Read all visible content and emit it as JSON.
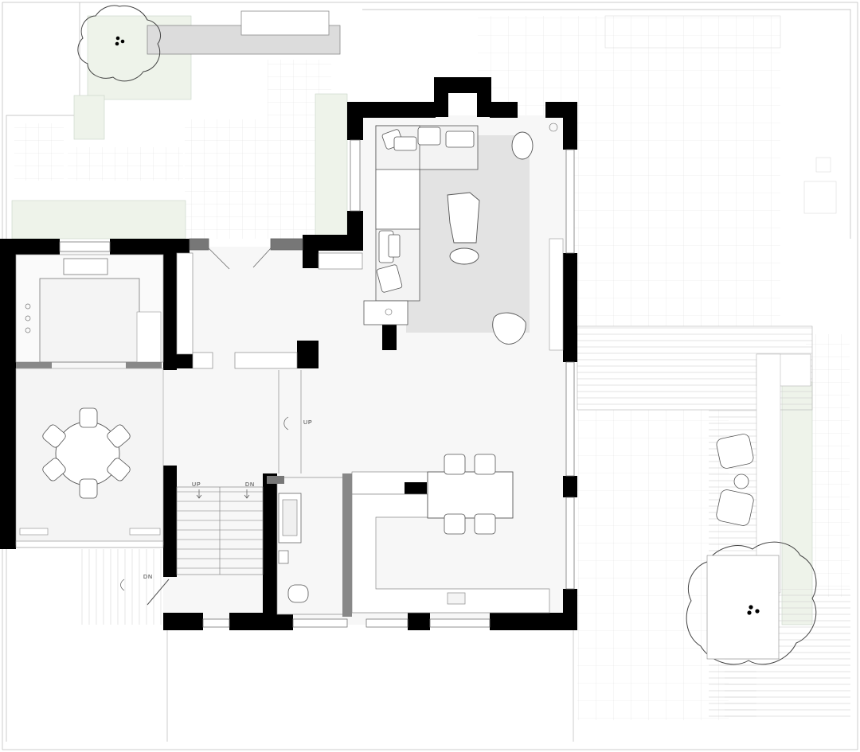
{
  "plan": {
    "labels": {
      "stair_up_hall": "UP",
      "stair_up": "UP",
      "stair_down": "DN",
      "stair_down_exterior": "DN"
    },
    "colors": {
      "wall": "#000000",
      "floor": "#f7f7f7",
      "rug": "#e3e3e3",
      "planter": "#eef3ea",
      "deck": "#e9e9e9",
      "grid_line": "#cfcfcf"
    }
  }
}
